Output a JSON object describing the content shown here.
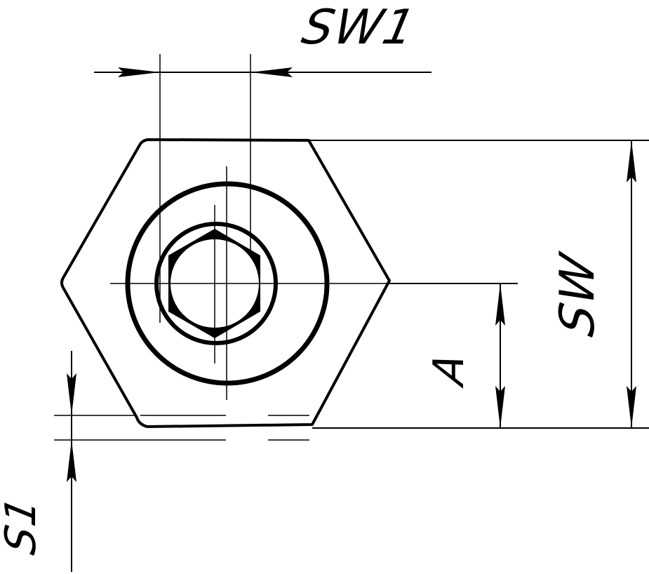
{
  "figure": {
    "type": "technical-drawing",
    "subject": "hexagon nut with internal hex socket, front view with dimensions",
    "line_color": "#000000",
    "background_color": "#ffffff"
  },
  "dimensions": {
    "sw1": {
      "label": "SW1",
      "meaning": "socket width across flats (internal hex)"
    },
    "sw": {
      "label": "SW",
      "meaning": "outer width across flats (hexagon)"
    },
    "a": {
      "label": "A",
      "meaning": "center height to base"
    },
    "s1": {
      "label": "S1",
      "meaning": "base flat thickness / offset"
    }
  },
  "icons": {
    "arrowheads": "dimension-arrow-icon"
  }
}
